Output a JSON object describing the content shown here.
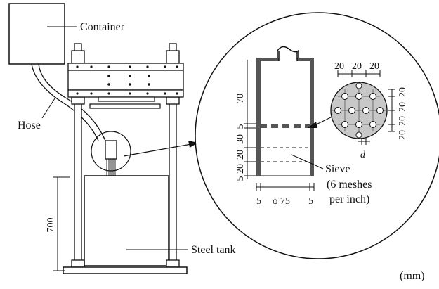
{
  "labels": {
    "container": "Container",
    "hose": "Hose",
    "steel_tank": "Steel tank",
    "sieve": "Sieve",
    "sieve_note_1": "(6 meshes",
    "sieve_note_2": "per inch)",
    "units": "(mm)",
    "d": "d"
  },
  "dimensions": {
    "height_700": "700",
    "v70": "70",
    "v5a": "5",
    "v30": "30",
    "v20a": "20",
    "v20b": "20",
    "v5b": "5",
    "bottom_left_5": "5",
    "bottom_phi": "ϕ 75",
    "bottom_right_5": "5",
    "grid_top": [
      "20",
      "20",
      "20"
    ],
    "grid_right": [
      "20",
      "20",
      "20",
      "20"
    ]
  }
}
